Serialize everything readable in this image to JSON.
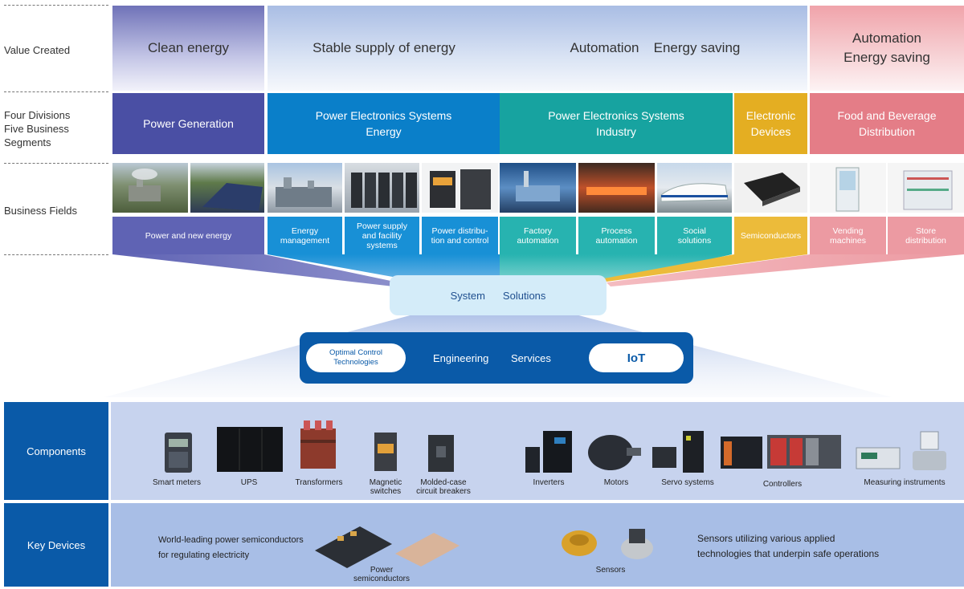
{
  "row_labels": {
    "value_created": "Value Created",
    "four_divisions": "Four Divisions\nFive Business\nSegments",
    "business_fields": "Business Fields"
  },
  "value_created": [
    {
      "text": "Clean energy"
    },
    {
      "text": "Stable supply of energy"
    },
    {
      "text": "Automation"
    },
    {
      "text": "Energy saving"
    },
    {
      "text": "Automation\nEnergy saving"
    }
  ],
  "divisions": [
    {
      "text": "Power Generation",
      "color": "#4a4fa4"
    },
    {
      "text": "Power Electronics Systems\nEnergy",
      "color": "#0a7fc9"
    },
    {
      "text": "Power Electronics Systems\nIndustry",
      "color": "#17a3a0"
    },
    {
      "text": "Electronic\nDevices",
      "color": "#e4ae22"
    },
    {
      "text": "Food and Beverage\nDistribution",
      "color": "#e47d87"
    }
  ],
  "business_fields": [
    {
      "text": "Power and new energy",
      "color": "#5f63b4"
    },
    {
      "text": "Energy\nmanagement",
      "color": "#1890d6"
    },
    {
      "text": "Power supply\nand facility\nsystems",
      "color": "#1890d6"
    },
    {
      "text": "Power distribu-\ntion and control",
      "color": "#1890d6"
    },
    {
      "text": "Factory\nautomation",
      "color": "#27b3b0"
    },
    {
      "text": "Process\nautomation",
      "color": "#27b3b0"
    },
    {
      "text": "Social\nsolutions",
      "color": "#27b3b0"
    },
    {
      "text": "Semiconductors",
      "color": "#ecbb3a"
    },
    {
      "text": "Vending\nmachines",
      "color": "#ec9aa2"
    },
    {
      "text": "Store\ndistribution",
      "color": "#ec9aa2"
    }
  ],
  "system_solutions": {
    "left": "System",
    "right": "Solutions"
  },
  "tech_bar": {
    "optimal": "Optimal Control\nTechnologies",
    "engineering": "Engineering",
    "services": "Services",
    "iot": "IoT"
  },
  "components": {
    "title": "Components",
    "items": [
      "Smart meters",
      "UPS",
      "Transformers",
      "Magnetic\nswitches",
      "Molded-case\ncircuit breakers",
      "Inverters",
      "Motors",
      "Servo systems",
      "Controllers",
      "Measuring instruments"
    ]
  },
  "key_devices": {
    "title": "Key Devices",
    "left_caption": "World-leading power semiconductors\nfor regulating electricity",
    "right_caption": "Sensors utilizing various applied\ntechnologies that underpin safe operations",
    "power_semis_label": "Power\nsemiconductors",
    "sensors_label": "Sensors"
  },
  "colors": {
    "navy": "#0a5aa8",
    "clean_energy_grad": "#6f72b8",
    "stable_grad": "#a9bde4",
    "pink_grad": "#f0a3aa",
    "components_bg": "#c7d3ee",
    "keydevices_bg": "#a8bee6"
  }
}
